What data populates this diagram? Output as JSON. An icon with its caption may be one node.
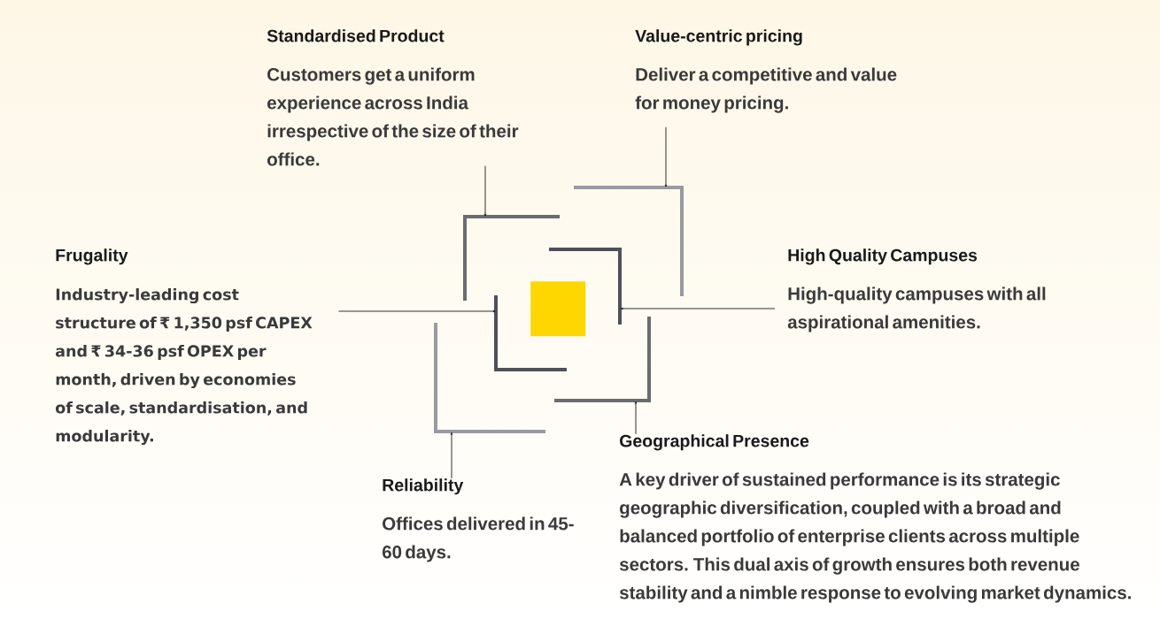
{
  "diagram": {
    "nodes": [
      {
        "text": [
          "Standardised Product",
          "Customers get a uniform experience across India irrespective of the size of their office."
        ]
      },
      {
        "text": [
          "Value-centric pricing",
          "Deliver a competitive and value for money pricing."
        ]
      },
      {
        "text": [
          "Frugality",
          "Industry-leading cost structure of ₹ 1,350 psf CAPEX and ₹ 34-36 psf OPEX per month, driven by economies of scale, standardisation, and modularity."
        ]
      },
      {
        "text": [
          "High Quality Campuses",
          "High-quality campuses with all aspirational amenities."
        ]
      },
      {
        "text": [
          "Reliability",
          "Offices delivered in 45-60 days."
        ]
      },
      {
        "text": [
          "Geographical Presence",
          "A key driver of sustained performance is its strategic geographic diversification, coupled with a broad and balanced portfolio of enterprise clients across multiple sectors. This dual axis of growth ensures both revenue stability and a nimble response to evolving market dynamics."
        ]
      },
      {
        "text": [],
        "shape": "box"
      },
      {
        "text": [],
        "shape": "bracket"
      },
      {
        "text": [],
        "shape": "bracket"
      },
      {
        "text": [],
        "shape": "bracket"
      },
      {
        "text": [],
        "shape": "bracket"
      },
      {
        "text": [],
        "shape": "bracket"
      },
      {
        "text": [],
        "shape": "bracket"
      }
    ],
    "edges": [
      {
        "from": 0,
        "to": 8,
        "arrow": "to"
      },
      {
        "from": 1,
        "to": 7,
        "arrow": "to"
      },
      {
        "from": 2,
        "to": 10,
        "arrow": "to"
      },
      {
        "from": 3,
        "to": 9,
        "arrow": "to"
      },
      {
        "from": 5,
        "to": 11,
        "arrow": "to"
      },
      {
        "from": 4,
        "to": 12,
        "arrow": "to"
      }
    ]
  }
}
